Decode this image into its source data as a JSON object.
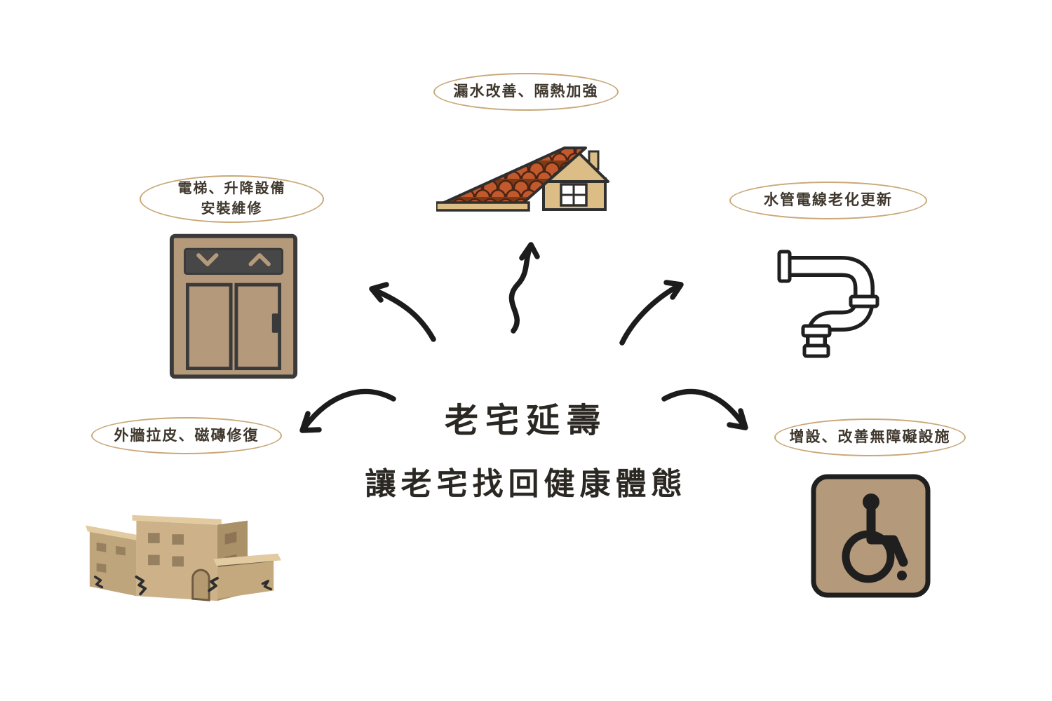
{
  "center": {
    "title_line1": "老宅延壽",
    "title_line2": "讓老宅找回健康體態"
  },
  "nodes": {
    "top": {
      "label": "漏水改善、隔熱加強",
      "icon": "tiled-roof-house-icon"
    },
    "upper_left": {
      "label_line1": "電梯、升降設備",
      "label_line2": "安裝維修",
      "icon": "elevator-icon"
    },
    "upper_right": {
      "label": "水管電線老化更新",
      "icon": "water-pipes-icon"
    },
    "lower_left": {
      "label": "外牆拉皮、磁磚修復",
      "icon": "old-building-icon"
    },
    "lower_right": {
      "label": "增設、改善無障礙設施",
      "icon": "wheelchair-accessibility-icon"
    }
  },
  "colors": {
    "background": "#ffffff",
    "oval_stroke": "#c9a878",
    "label_text": "#3f372d",
    "title_text": "#2b2823",
    "arrow": "#1c1c1c",
    "tan": "#b49a7b",
    "house_wall": "#dcbd85",
    "roof_tile": "#c2592c",
    "roof_tile_dark": "#7c3a17",
    "building_front": "#cdb289",
    "building_side": "#ab9168",
    "building_roof": "#e2cba1",
    "pipe_outline": "#1f1f1f"
  }
}
